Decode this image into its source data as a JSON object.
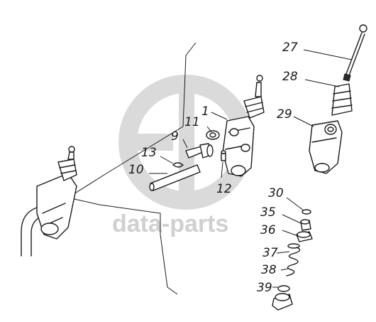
{
  "watermark": {
    "text": "data-parts",
    "color": "#c8c8c8"
  },
  "callouts": [
    {
      "id": "1",
      "text": "1"
    },
    {
      "id": "9",
      "text": "9"
    },
    {
      "id": "10",
      "text": "10"
    },
    {
      "id": "11",
      "text": "11"
    },
    {
      "id": "12",
      "text": "12"
    },
    {
      "id": "13",
      "text": "13"
    },
    {
      "id": "27",
      "text": "27"
    },
    {
      "id": "28",
      "text": "28"
    },
    {
      "id": "29",
      "text": "29"
    },
    {
      "id": "30",
      "text": "30"
    },
    {
      "id": "35",
      "text": "35"
    },
    {
      "id": "36",
      "text": "36"
    },
    {
      "id": "37",
      "text": "37"
    },
    {
      "id": "38",
      "text": "38"
    },
    {
      "id": "39",
      "text": "39"
    }
  ]
}
